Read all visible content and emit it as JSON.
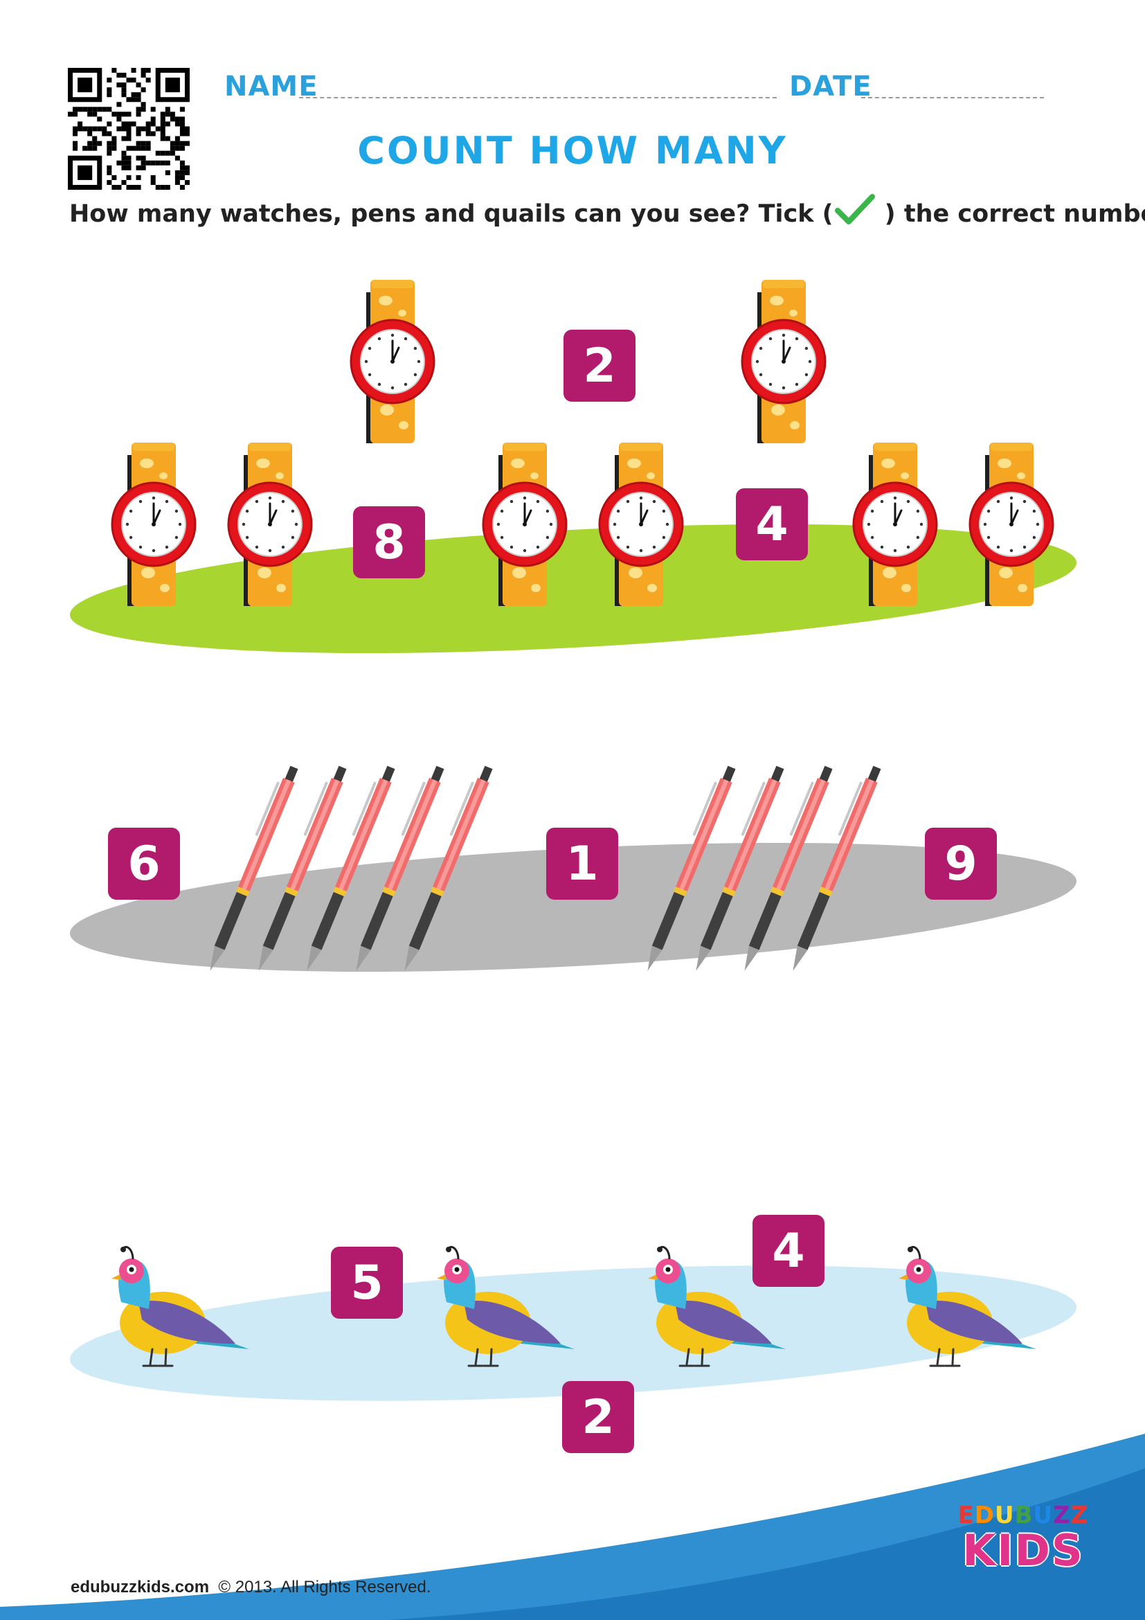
{
  "header": {
    "name_label": "NAME",
    "date_label": "DATE",
    "title": "COUNT HOW MANY",
    "instruction_before": "How many watches, pens and quails can you see?  Tick (",
    "instruction_after": ") the correct number."
  },
  "sections": {
    "watches": {
      "options": [
        "2",
        "8",
        "4"
      ]
    },
    "pens": {
      "options": [
        "6",
        "1",
        "9"
      ]
    },
    "quails": {
      "options": [
        "5",
        "4",
        "2"
      ]
    }
  },
  "footer": {
    "site": "edubuzzkids.com",
    "copyright": "©  2013. All Rights Reserved."
  },
  "brand": {
    "line1": "EDUBUZZ",
    "line2": "KIDS"
  },
  "icons": {
    "qr": "qr-code-icon",
    "tick": "check-mark-icon",
    "watch": "wristwatch-icon",
    "pen": "pen-icon",
    "quail": "quail-bird-icon"
  },
  "colors": {
    "label_blue": "#2aa0dc",
    "title_blue": "#1ea6e6",
    "number_box": "#b21a6c",
    "grass": "#a8d530",
    "pen_mat": "#b8b8b8",
    "water": "#cfeaf7",
    "footer_wave": "#2f8fd0"
  }
}
